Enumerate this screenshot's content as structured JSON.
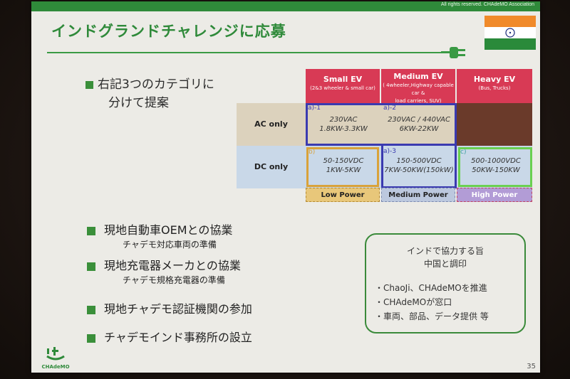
{
  "header": {
    "copyright": "All rights reserved. CHAdeMO Association",
    "title": "インドグランドチャレンジに応募"
  },
  "lead": {
    "line1": "右記3つのカテゴリに",
    "line2": "分けて提案"
  },
  "table": {
    "columns": [
      {
        "title": "Small EV",
        "sub": [
          "(2&3 wheeler & small car)"
        ]
      },
      {
        "title": "Medium EV",
        "sub": [
          "( 4wheeler,Highway capable",
          "car &",
          "load carriers, SUV)"
        ]
      },
      {
        "title": "Heavy EV",
        "sub": [
          "(Bus, Trucks)"
        ]
      }
    ],
    "rows": [
      "AC only",
      "DC only"
    ],
    "cells": {
      "a1": {
        "label": "a)-1",
        "line1": "230VAC",
        "line2": "1.8KW-3.3KW"
      },
      "a2": {
        "label": "a)-2",
        "line1": "230VAC / 440VAC",
        "line2": "6KW-22KW"
      },
      "b": {
        "label": "b)",
        "line1": "50-150VDC",
        "line2": "1KW-5KW"
      },
      "a3": {
        "label": "a)-3",
        "line1": "150-500VDC",
        "line2": "7KW-50KW(150kW)"
      },
      "c": {
        "label": "c)",
        "line1": "500-1000VDC",
        "line2": "50KW-150KW"
      }
    },
    "footer": [
      "Low Power",
      "Medium Power",
      "High Power"
    ]
  },
  "bullets": [
    {
      "text": "現地自動車OEMとの協業",
      "sub": "チャデモ対応車両の準備"
    },
    {
      "text": "現地充電器メーカとの協業",
      "sub": "チャデモ規格充電器の準備"
    },
    {
      "text": "現地チャデモ認証機関の参加",
      "sub": ""
    },
    {
      "text": "チャデモインド事務所の設立",
      "sub": ""
    }
  ],
  "info": {
    "title1": "インドで協力する旨",
    "title2": "中国と調印",
    "items": [
      "・ChaoJi、CHAdeMOを推進",
      "・CHAdeMOが窓口",
      "・車両、部品、データ提供 等"
    ]
  },
  "logo": {
    "text": "CHAdeMO"
  },
  "page_number": "35",
  "colors": {
    "accent_green": "#2f8a3a",
    "header_red": "#d83a55",
    "ac_bg": "#dcd2bd",
    "dc_bg": "#c9d8e8",
    "heavy_ac": "#6a3a2a",
    "low": "#e8c77a",
    "medium": "#bcc8de",
    "high": "#b29cd6"
  },
  "icons": [
    "plug-icon",
    "india-flag-icon",
    "chademo-logo-icon"
  ]
}
